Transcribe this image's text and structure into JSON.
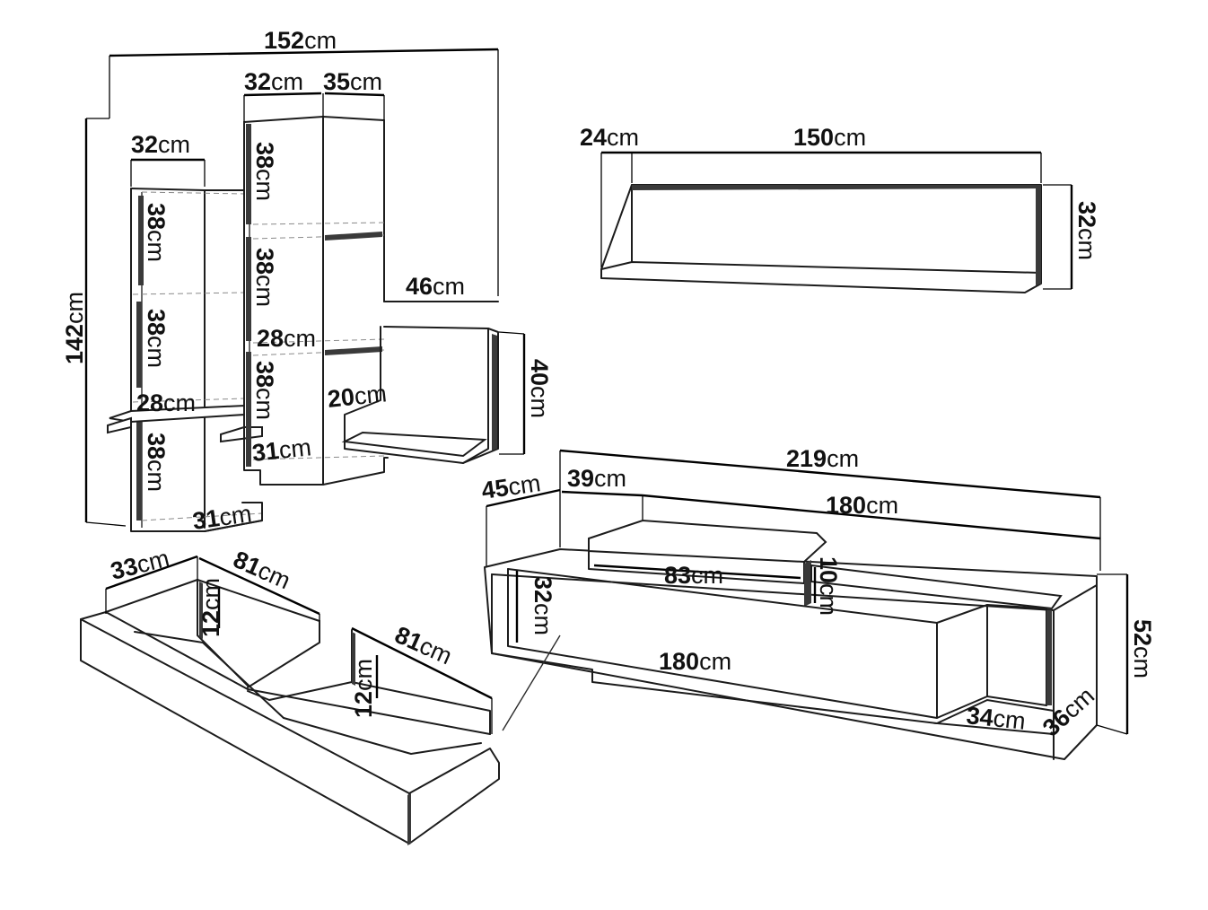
{
  "unit": "cm",
  "tall_shelf_unit": {
    "total_width": "152",
    "total_height": "142",
    "left_column_width": "32",
    "tower_width_a": "32",
    "tower_width_b": "35",
    "left_compartment_heights": [
      "38",
      "38",
      "38"
    ],
    "left_shelf_depth": "28",
    "left_base_depth": "31",
    "tower_compartment_heights": [
      "38",
      "38",
      "38"
    ],
    "tower_shelf_depth": "28",
    "tower_base_depth": "31",
    "side_shelf_width": "46",
    "side_shelf_height": "40",
    "side_shelf_depth": "20"
  },
  "wall_shelf": {
    "depth": "24",
    "width": "150",
    "height": "32"
  },
  "tv_stand": {
    "total_width": "219",
    "depth": "45",
    "top_offset": "39",
    "top_width": "180",
    "drawer_opening_width": "83",
    "drawer_opening_height": "10",
    "front_height": "32",
    "front_width": "180",
    "total_height": "52",
    "open_section_width": "34",
    "open_section_depth": "36"
  },
  "drawer_detail": {
    "depth": "33",
    "compartment_width_a": "81",
    "compartment_width_b": "81",
    "height_a": "12",
    "height_b": "12"
  }
}
